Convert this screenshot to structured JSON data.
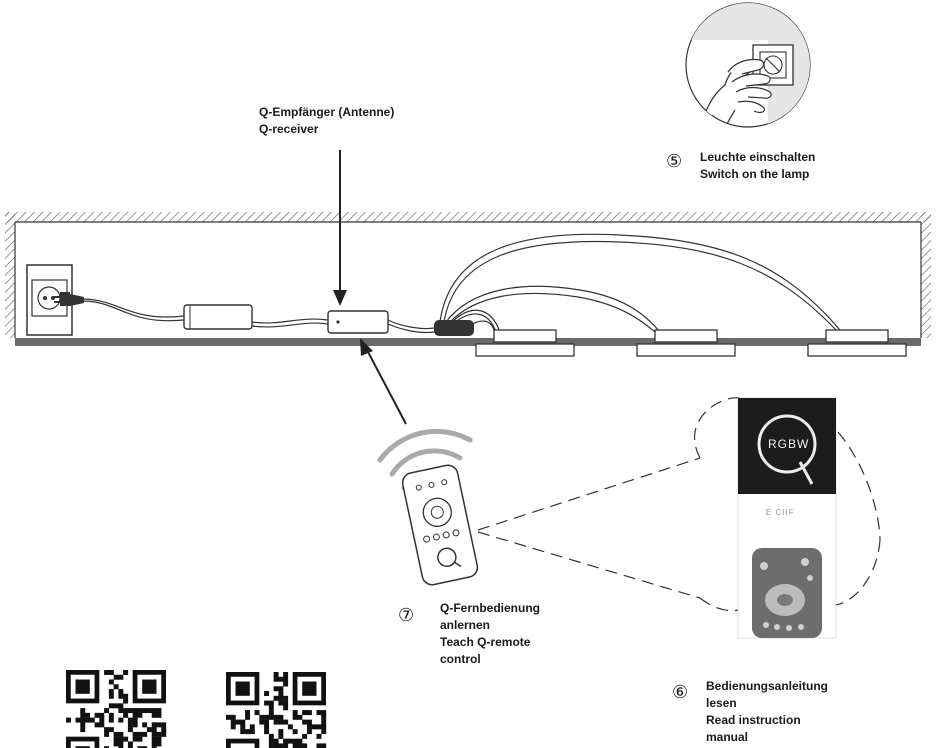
{
  "receiver": {
    "line1": "Q-Empfänger (Antenne)",
    "line2": "Q-receiver"
  },
  "step5": {
    "number": "⑤",
    "line1": "Leuchte einschalten",
    "line2": "Switch on the lamp"
  },
  "step6": {
    "number": "⑥",
    "line1": "Bedienungsanleitung",
    "line2": "lesen",
    "line3": "Read instruction",
    "line4": "manual"
  },
  "step7": {
    "number": "⑦",
    "line1": "Q-Fernbedienung",
    "line2": "anlernen",
    "line3": "Teach Q-remote",
    "line4": "control"
  },
  "manual": {
    "brand_text": "RGBW",
    "model_text": "E CIIF"
  },
  "colors": {
    "ink": "#1a1a1a",
    "manual_bg": "#1c1c1c",
    "wall": "#555555"
  }
}
